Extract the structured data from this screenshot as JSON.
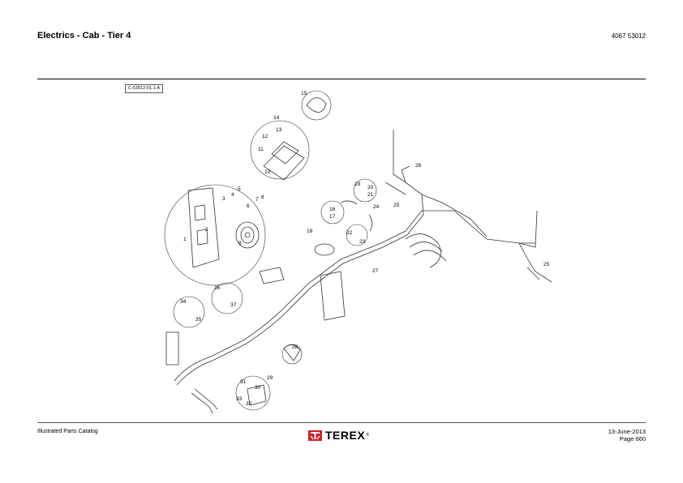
{
  "header": {
    "title": "Electrics - Cab - Tier 4",
    "part_number": "4067 53012"
  },
  "figure": {
    "reference": "C-53012-01.1-A",
    "callouts": [
      "1",
      "2",
      "3",
      "4",
      "5",
      "6",
      "7",
      "8",
      "9",
      "10",
      "11",
      "12",
      "13",
      "14",
      "15",
      "16",
      "17",
      "18",
      "19",
      "20",
      "21",
      "22",
      "23",
      "24",
      "25",
      "25",
      "26",
      "27",
      "28",
      "29",
      "30",
      "31",
      "32",
      "33",
      "34",
      "35",
      "36",
      "37"
    ]
  },
  "footer": {
    "catalog": "Illustrated Parts Catalog",
    "brand": "TEREX",
    "date": "13-June-2013",
    "page": "Page 660"
  },
  "colors": {
    "brand_red": "#d11f2a"
  }
}
